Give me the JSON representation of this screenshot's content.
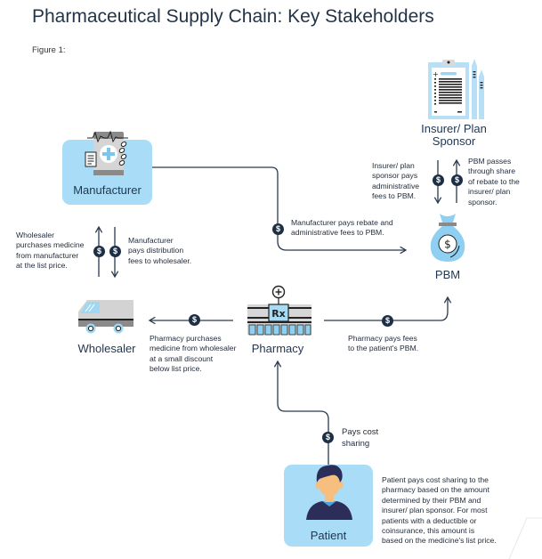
{
  "title": "Pharmaceutical Supply Chain: Key Stakeholders",
  "figure_label": "Figure 1:",
  "colors": {
    "card_fill": "#a9ddf7",
    "dark_navy": "#1d2f45",
    "line": "#2b3a4d",
    "icon_gray": "#c8c8c8"
  },
  "coin_symbol": "$",
  "nodes": {
    "manufacturer": {
      "label": "Manufacturer",
      "icon": "medicine-bottle-icon"
    },
    "insurer": {
      "label_line1": "Insurer/ Plan",
      "label_line2": "Sponsor",
      "icon": "clipboard-icon"
    },
    "pbm": {
      "label": "PBM",
      "icon": "money-bag-icon"
    },
    "wholesaler": {
      "label": "Wholesaler",
      "icon": "delivery-truck-icon"
    },
    "pharmacy": {
      "label": "Pharmacy",
      "icon": "pharmacy-store-icon"
    },
    "patient": {
      "label": "Patient",
      "icon": "person-icon"
    }
  },
  "flows": {
    "insurer_to_pbm": [
      "Insurer/ plan",
      "sponsor pays",
      "administrative",
      "fees to PBM."
    ],
    "pbm_to_insurer": [
      "PBM passes",
      "through share",
      "of rebate to the",
      "insurer/ plan",
      "sponsor."
    ],
    "wholesaler_to_manufacturer": [
      "Wholesaler",
      "purchases medicine",
      "from manufacturer",
      "at the list price."
    ],
    "manufacturer_to_wholesaler": [
      "Manufacturer",
      "pays distribution",
      "fees to wholesaler."
    ],
    "manufacturer_to_pbm": [
      "Manufacturer pays rebate and",
      "administrative fees to PBM."
    ],
    "pharmacy_to_wholesaler": [
      "Pharmacy purchases",
      "medicine from wholesaler",
      "at a small discount",
      "below list price."
    ],
    "pharmacy_to_pbm": [
      "Pharmacy pays fees",
      "to the patient's PBM."
    ],
    "patient_to_pharmacy": [
      "Pays cost",
      "sharing"
    ],
    "patient_note": [
      "Patient pays cost sharing to the",
      "pharmacy based on the amount",
      "determined by their PBM and",
      "insurer/ plan sponsor. For most",
      "patients with a deductible or",
      "coinsurance, this amount is",
      "based on the medicine's list price."
    ]
  }
}
